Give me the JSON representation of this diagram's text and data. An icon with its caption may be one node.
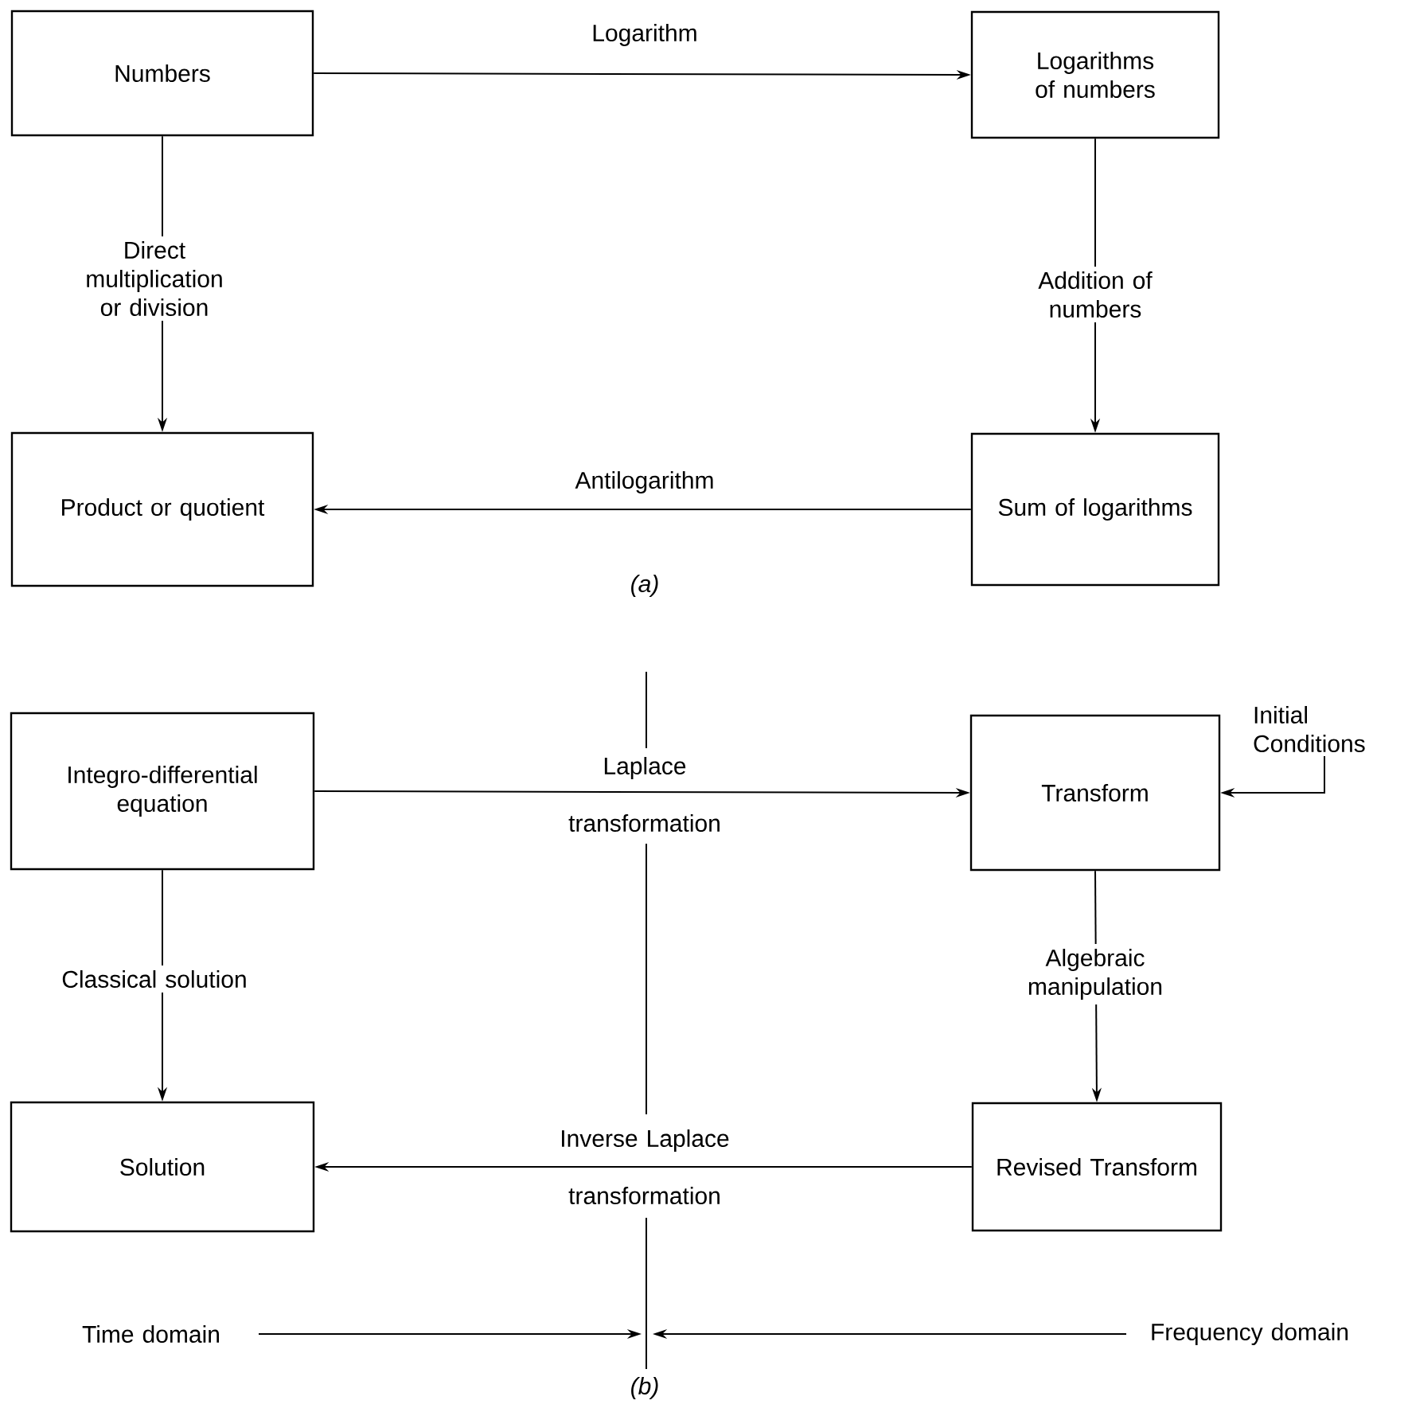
{
  "diagram": {
    "nodes": [
      {
        "text": [
          "Numbers"
        ]
      },
      {
        "text": [
          "Logarithms of numbers"
        ]
      },
      {
        "text": [
          "Product or quotient"
        ]
      },
      {
        "text": [
          "Sum of logarithms"
        ]
      },
      {
        "text": [
          "Integro-differential equation"
        ]
      },
      {
        "text": [
          "Transform"
        ]
      },
      {
        "text": [
          "Initial Conditions"
        ]
      },
      {
        "text": [
          "Solution"
        ]
      },
      {
        "text": [
          "Revised Transform"
        ]
      },
      {
        "text": [
          "Time domain"
        ]
      },
      {
        "text": [
          "Frequency domain"
        ]
      }
    ],
    "edges": [
      {
        "from": 0,
        "to": 1,
        "arrow": "to",
        "label": "Logarithm"
      },
      {
        "from": 0,
        "to": 2,
        "arrow": "to",
        "label": "Direct multiplication or division"
      },
      {
        "from": 1,
        "to": 3,
        "arrow": "to",
        "label": "Addition of numbers"
      },
      {
        "from": 3,
        "to": 2,
        "arrow": "to",
        "label": "Antilogarithm"
      },
      {
        "from": 4,
        "to": 5,
        "arrow": "to",
        "label": "Laplace transformation"
      },
      {
        "from": 6,
        "to": 5,
        "arrow": "to"
      },
      {
        "from": 4,
        "to": 7,
        "arrow": "to",
        "label": "Classical solution"
      },
      {
        "from": 5,
        "to": 8,
        "arrow": "to",
        "label": "Algebraic manipulation"
      },
      {
        "from": 8,
        "to": 7,
        "arrow": "to",
        "label": "Inverse Laplace transformation"
      },
      {
        "from": 9,
        "to": null,
        "arrow": "to"
      },
      {
        "from": 10,
        "to": null,
        "arrow": "to"
      }
    ],
    "labels": [
      "(a)",
      "(b)"
    ]
  }
}
